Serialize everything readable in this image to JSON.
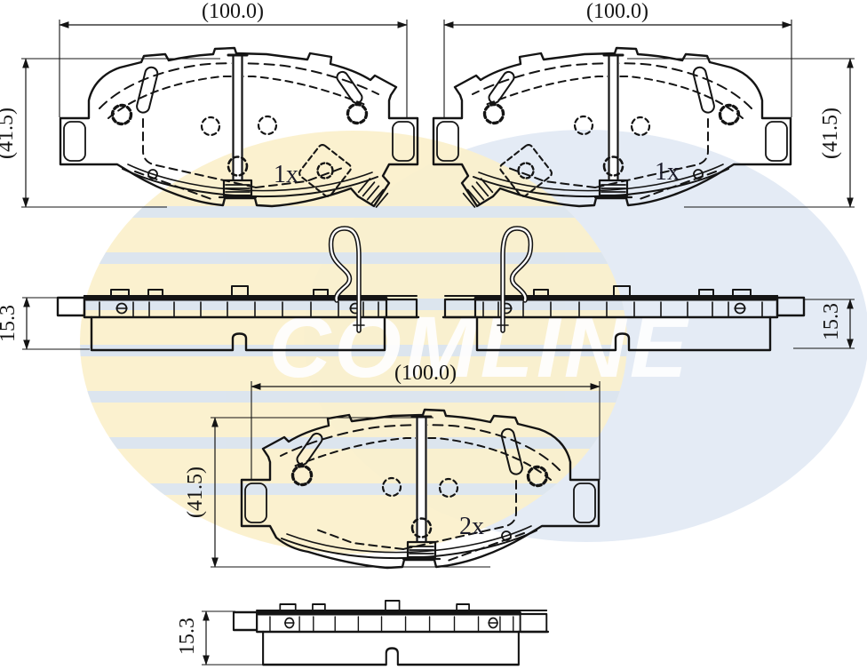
{
  "document": {
    "type": "brake-pad technical drawing",
    "line_color": "#141414"
  },
  "views": {
    "top_left_pad": {
      "width_label": "(100.0)",
      "height_label": "(41.5)",
      "qty_label": "1x"
    },
    "top_right_pad": {
      "width_label": "(100.0)",
      "height_label": "(41.5)",
      "qty_label": "1x"
    },
    "middle_left_profile": {
      "thickness_label": "15.3"
    },
    "middle_right_profile": {
      "thickness_label": "15.3"
    },
    "bottom_pad": {
      "width_label": "(100.0)",
      "height_label": "(41.5)",
      "qty_label": "2x"
    },
    "bottom_profile": {
      "thickness_label": "15.3"
    }
  },
  "watermark": {
    "brand_text": "COMLINE",
    "globe_yellow": "#fbf0cb",
    "globe_stripe": "#d9e4f2",
    "swoosh_blue": "#e4ebf5",
    "text_color": "#ffffff"
  }
}
